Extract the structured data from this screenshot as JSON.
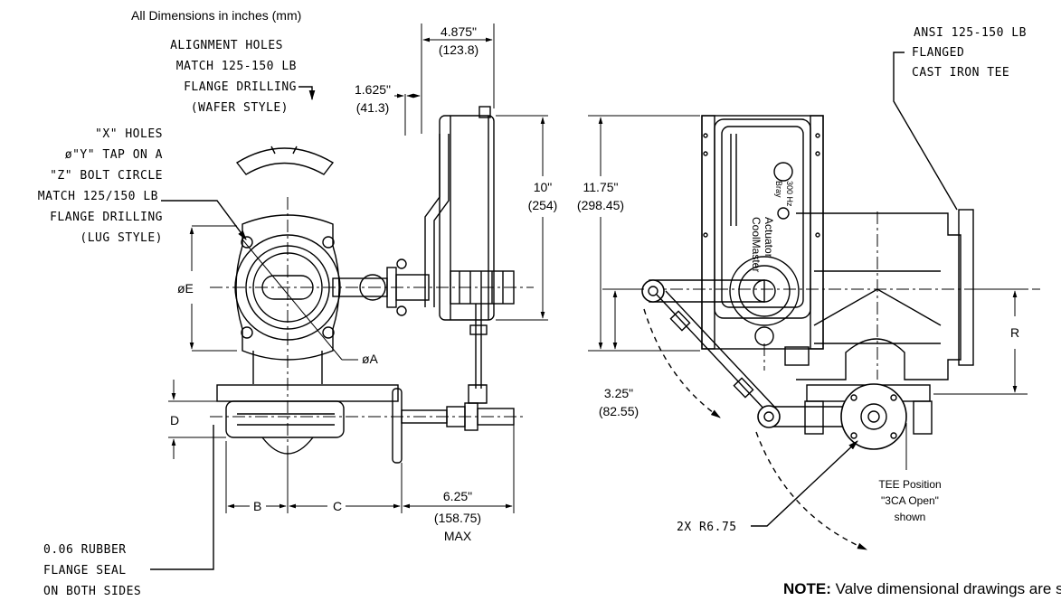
{
  "header": {
    "units_note": "All Dimensions in inches (mm)"
  },
  "callouts": {
    "alignment_holes": [
      "ALIGNMENT HOLES",
      "MATCH 125-150 LB",
      "FLANGE DRILLING",
      "(WAFER STYLE)"
    ],
    "lug_holes": [
      "\"X\" HOLES",
      "ø\"Y\" TAP ON A",
      "\"Z\" BOLT CIRCLE",
      "MATCH 125/150 LB",
      "FLANGE DRILLING",
      "(LUG STYLE)"
    ],
    "rubber_seal": [
      "0.06 RUBBER",
      "FLANGE SEAL",
      "ON BOTH SIDES"
    ],
    "tee": [
      "ANSI 125-150 LB",
      "FLANGED",
      "CAST IRON TEE"
    ],
    "tee_position": [
      "TEE Position",
      "\"3CA Open\"",
      "shown"
    ],
    "radius": "2X  R6.75"
  },
  "dimensions": {
    "d_4875": {
      "in": "4.875\"",
      "mm": "(123.8)"
    },
    "d_1625": {
      "in": "1.625\"",
      "mm": "(41.3)"
    },
    "d_10": {
      "in": "10\"",
      "mm": "(254)"
    },
    "d_1175": {
      "in": "11.75\"",
      "mm": "(298.45)"
    },
    "d_325": {
      "in": "3.25\"",
      "mm": "(82.55)"
    },
    "d_625": {
      "in": "6.25\"",
      "mm": "(158.75)",
      "suffix": "MAX"
    },
    "labels": {
      "phiE": "øE",
      "phiA": "øA",
      "D": "D",
      "B": "B",
      "C": "C",
      "R": "R"
    }
  },
  "actuator_labels": [
    "CoolMaster",
    "Actuator",
    "Bray",
    "300 Hz"
  ],
  "note": {
    "bold": "NOTE:",
    "text": " Valve dimensional drawings are sh"
  }
}
